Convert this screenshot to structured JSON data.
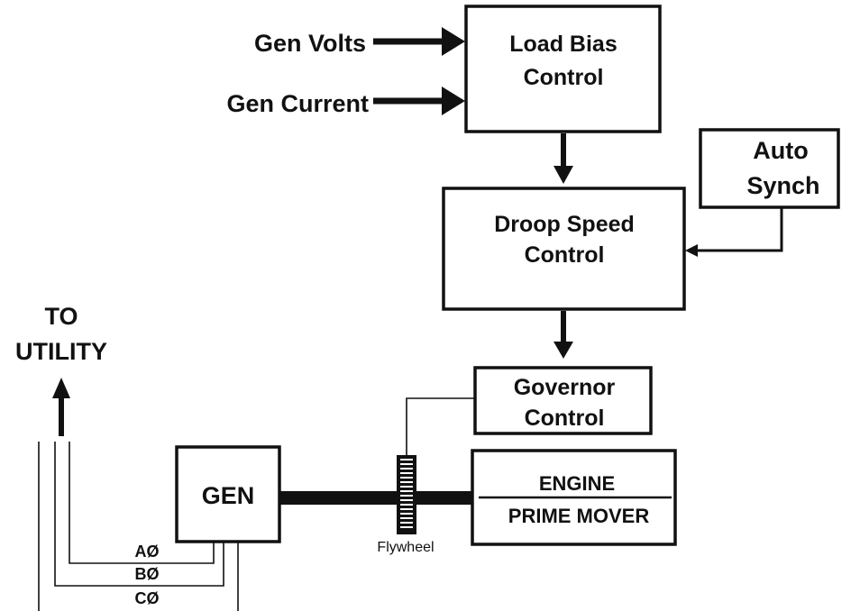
{
  "inputs": {
    "gen_volts": "Gen Volts",
    "gen_current": "Gen Current"
  },
  "blocks": {
    "load_bias": [
      "Load Bias",
      "Control"
    ],
    "auto_synch": [
      "Auto",
      "Synch"
    ],
    "droop_speed": [
      "Droop Speed",
      "Control"
    ],
    "governor": [
      "Governor",
      "Control"
    ],
    "engine": [
      "ENGINE",
      "PRIME MOVER"
    ],
    "gen": "GEN"
  },
  "utility": [
    "TO",
    "UTILITY"
  ],
  "phases": [
    "AØ",
    "BØ",
    "CØ"
  ],
  "flywheel": "Flywheel",
  "colors": {
    "ink": "#111111",
    "background": "#ffffff"
  }
}
